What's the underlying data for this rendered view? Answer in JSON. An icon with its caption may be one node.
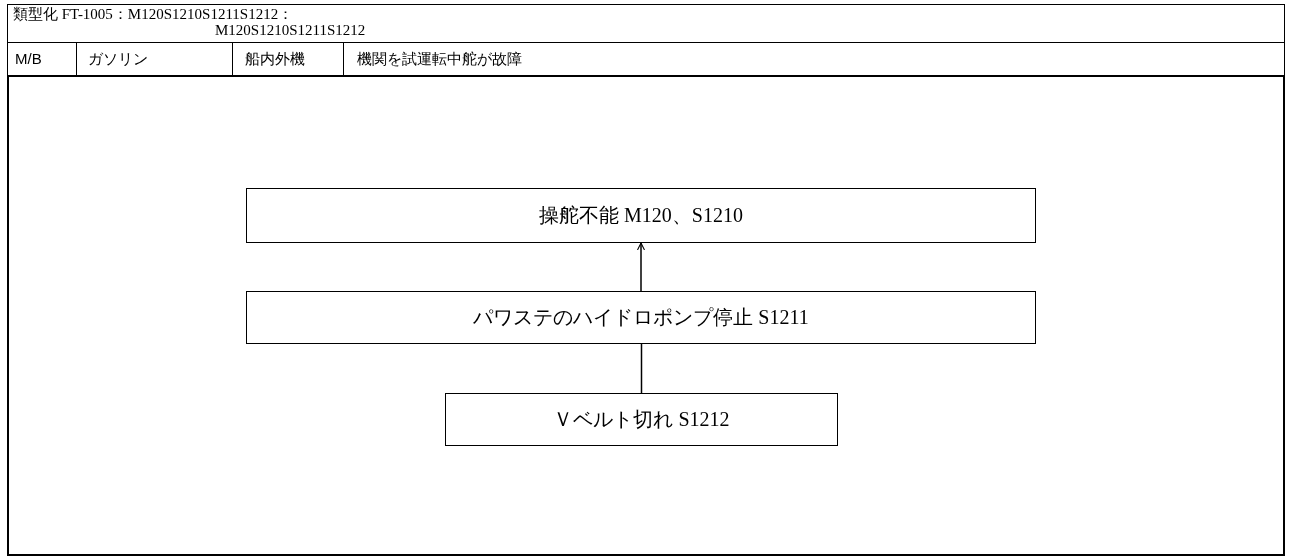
{
  "diagram": {
    "nodes": [
      {
        "text": [
          "操舵不能 M120、S1210"
        ]
      },
      {
        "text": [
          "パワステのハイドロポンプ停止 S1211"
        ]
      },
      {
        "text": [
          "Ｖベルト切れ S1212"
        ]
      }
    ],
    "edges": [
      {
        "from": 1,
        "to": 0,
        "arrow": "to"
      },
      {
        "from": 2,
        "to": 1,
        "arrow": "none"
      }
    ],
    "labels": [
      "類型化 FT-1005：M120S1210S1211S1212：",
      "M120S1210S1211S1212",
      "M/B",
      "ガソリン",
      "船内外機",
      "機関を試運転中舵が故障"
    ]
  }
}
